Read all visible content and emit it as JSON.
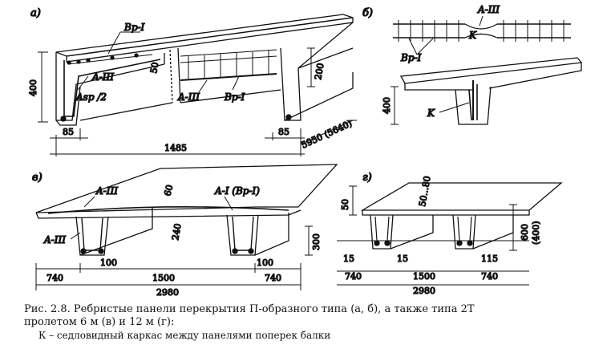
{
  "panels": {
    "a": "а)",
    "b": "б)",
    "v": "в)",
    "g": "г)"
  },
  "labels": {
    "a_bp1_top": "Вр-I",
    "a_a3_left": "A-III",
    "a_asp": "Asp /2",
    "a_a3_mid": "A-III",
    "a_bp1_mid": "Вр-I",
    "a_50": "50",
    "a_200": "200",
    "a_400": "400",
    "a_85_left": "85",
    "a_85_right": "85",
    "a_1485": "1485",
    "a_5950": "5950 (5640)",
    "b_a3": "A-III",
    "b_k_top": "K",
    "b_bp1": "Вр-I",
    "b_400": "400",
    "b_k_bottom": "K",
    "v_a3_top": "A-III",
    "v_a1": "A-I (Вр-I)",
    "v_a3_left": "A-III",
    "v_60": "60",
    "v_240": "240",
    "v_300": "300",
    "v_100_a": "100",
    "v_100_b": "100",
    "v_740_a": "740",
    "v_1500": "1500",
    "v_740_b": "740",
    "v_2980": "2980",
    "g_5080": "50...80",
    "g_50": "50",
    "g_600": "600",
    "g_400": "(400)",
    "g_15_a": "15",
    "g_15_b": "15",
    "g_115": "115",
    "g_740_a": "740",
    "g_1500": "1500",
    "g_740_b": "740",
    "g_2980": "2980"
  },
  "caption": {
    "line1": "Рис. 2.8. Ребристые панели перекрытия П-образного типа (а, б), а также типа 2Т",
    "line2": "пролетом 6 м (в) и 12 м (г):",
    "line3": "К – седловидный каркас между панелями поперек балки"
  }
}
